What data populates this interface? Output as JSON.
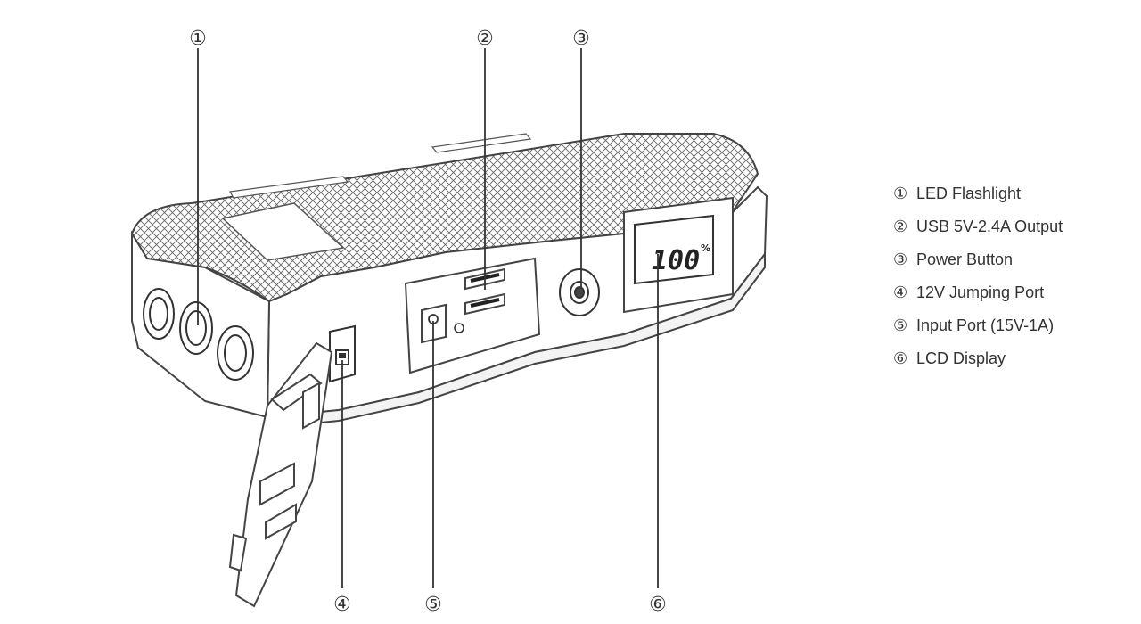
{
  "callouts": [
    "①",
    "②",
    "③",
    "④",
    "⑤",
    "⑥"
  ],
  "legend": [
    {
      "marker": "①",
      "label": "LED Flashlight"
    },
    {
      "marker": "②",
      "label": "USB 5V-2.4A Output"
    },
    {
      "marker": "③",
      "label": "Power Button"
    },
    {
      "marker": "④",
      "label": "12V Jumping Port"
    },
    {
      "marker": "⑤",
      "label": "Input Port (15V-1A)"
    },
    {
      "marker": "⑥",
      "label": "LCD Display"
    }
  ],
  "lcd": {
    "value": "100",
    "unit": "%"
  }
}
